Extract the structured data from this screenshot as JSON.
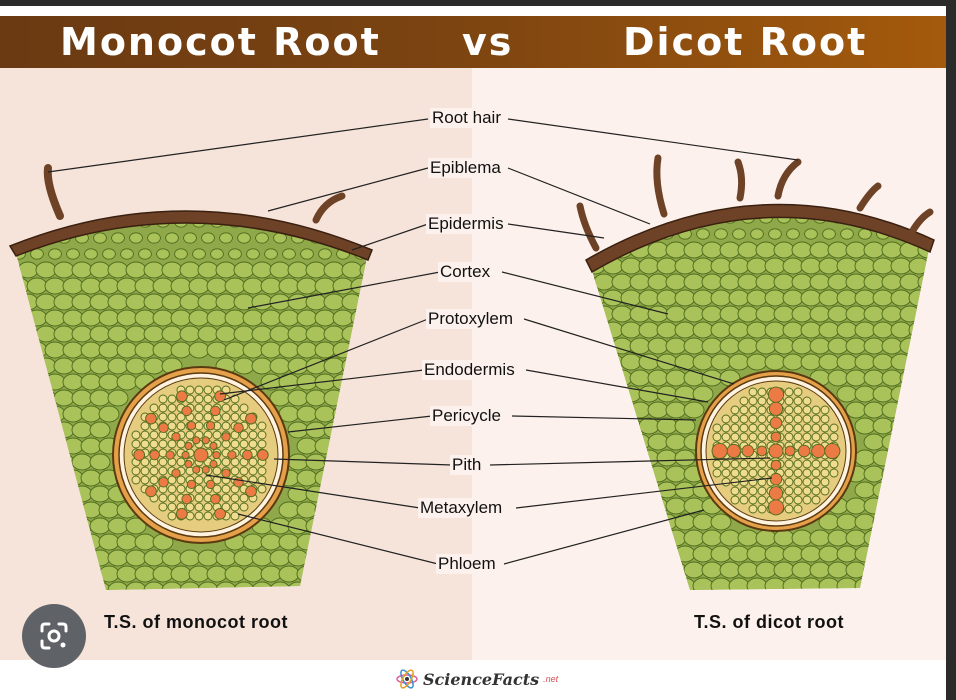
{
  "title": {
    "left": "Monocot Root",
    "vs": "vs",
    "right": "Dicot Root"
  },
  "labels": {
    "root_hair": "Root hair",
    "epiblema": "Epiblema",
    "epidermis": "Epidermis",
    "cortex": "Cortex",
    "protoxylem": "Protoxylem",
    "endodermis": "Endodermis",
    "pericycle": "Pericycle",
    "pith": "Pith",
    "metaxylem": "Metaxylem",
    "phloem": "Phloem"
  },
  "captions": {
    "monocot": "T.S. of monocot root",
    "dicot": "T.S. of dicot root"
  },
  "logo": {
    "text": "ScienceFacts",
    "suffix": ".net"
  },
  "colors": {
    "banner_dark": "#6b3a12",
    "banner_light": "#a45a0c",
    "cell_green": "#a9c25a",
    "cell_outline": "#4e6b1d",
    "epidermis_brown": "#6e4226",
    "stele_fill": "#e6cc7e",
    "xylem_orange": "#ec7a45"
  },
  "icons": [
    "google-lens-icon",
    "sciencefacts-atom-icon"
  ]
}
